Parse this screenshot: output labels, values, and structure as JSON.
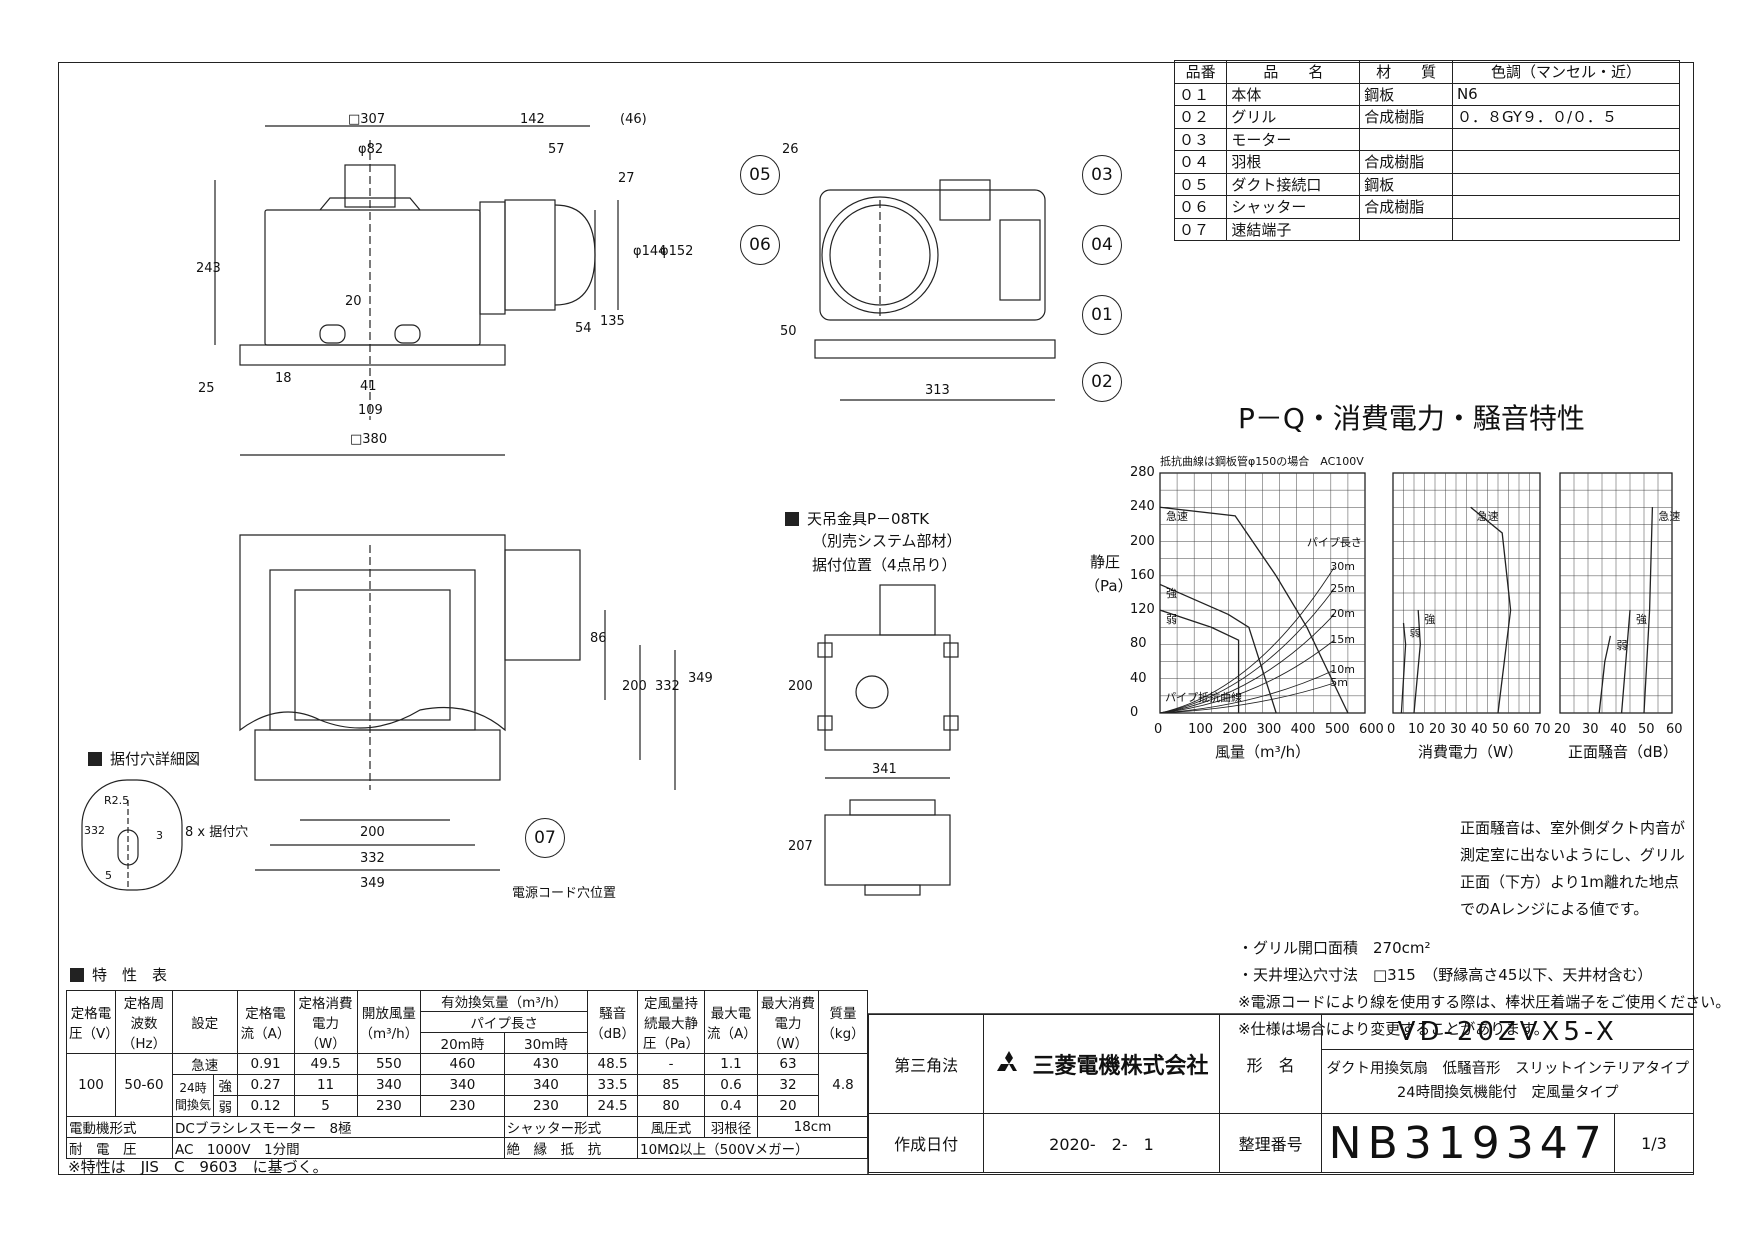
{
  "parts_table": {
    "headers": [
      "品番",
      "品　　名",
      "材　　質",
      "色調（マンセル・近）"
    ],
    "rows": [
      [
        "０１",
        "本体",
        "鋼板",
        "N6"
      ],
      [
        "０２",
        "グリル",
        "合成樹脂",
        "０．８GY９．０/０．５"
      ],
      [
        "０３",
        "モーター",
        "",
        ""
      ],
      [
        "０４",
        "羽根",
        "合成樹脂",
        ""
      ],
      [
        "０５",
        "ダクト接続口",
        "鋼板",
        ""
      ],
      [
        "０６",
        "シャッター",
        "合成樹脂",
        ""
      ],
      [
        "０７",
        "速結端子",
        "",
        ""
      ]
    ]
  },
  "top_drawing": {
    "dims": [
      "□307",
      "142",
      "(46)",
      "φ82",
      "57",
      "27",
      "243",
      "φ144",
      "φ152",
      "20",
      "54",
      "135",
      "25",
      "18",
      "41",
      "109",
      "□380"
    ]
  },
  "side_drawing": {
    "dims": [
      "26",
      "50",
      "313"
    ],
    "balloons": [
      "05",
      "06",
      "03",
      "04",
      "01",
      "02"
    ]
  },
  "bottom_drawing": {
    "dims": [
      "86",
      "200",
      "332",
      "349",
      "200",
      "332",
      "349"
    ],
    "balloon": "07",
    "cord_label": "電源コード穴位置",
    "mount_holes_label": "8 x 据付穴"
  },
  "mount_detail": {
    "title": "据付穴詳細図",
    "dims": [
      "R2.5",
      "332",
      "3",
      "5"
    ]
  },
  "hanger": {
    "title": "天吊金具P－08TK",
    "sub1": "（別売システム部材）",
    "sub2": "据付位置（4点吊り）",
    "dims": [
      "200",
      "341",
      "207"
    ]
  },
  "chart_data": {
    "type": "line",
    "title": "P－Q・消費電力・騒音特性",
    "note": "抵抗曲線は鋼板管φ150の場合　AC100V",
    "ylabel": "静圧（Pa）",
    "yticks": [
      0,
      40,
      80,
      120,
      160,
      200,
      240,
      280
    ],
    "ylim": [
      0,
      280
    ],
    "panels": [
      {
        "xlabel": "風量（m³/h）",
        "xticks": [
          0,
          100,
          200,
          300,
          400,
          500,
          600
        ],
        "xlim": [
          0,
          600
        ],
        "series": [
          {
            "name": "急速",
            "x": [
              0,
              220,
              340,
              430,
              550
            ],
            "y": [
              240,
              230,
              160,
              100,
              0
            ]
          },
          {
            "name": "強",
            "x": [
              0,
              200,
              260,
              340
            ],
            "y": [
              150,
              115,
              100,
              0
            ]
          },
          {
            "name": "弱",
            "x": [
              0,
              150,
              230,
              230
            ],
            "y": [
              120,
              100,
              85,
              0
            ]
          }
        ],
        "pipe_curves": {
          "label": "パイプ長さ",
          "names": [
            "30m",
            "25m",
            "20m",
            "15m",
            "10m",
            "5m"
          ],
          "endpoints": [
            [
              510,
              170
            ],
            [
              510,
              145
            ],
            [
              510,
              115
            ],
            [
              510,
              85
            ],
            [
              510,
              50
            ],
            [
              510,
              35
            ]
          ]
        },
        "pipe_resistance_label": "パイプ抵抗曲線",
        "labels": [
          "急速",
          "強",
          "弱"
        ]
      },
      {
        "xlabel": "消費電力（W）",
        "xticks": [
          0,
          10,
          20,
          30,
          40,
          50,
          60,
          70
        ],
        "xlim": [
          0,
          70
        ],
        "series": [
          {
            "name": "急速",
            "x": [
              37,
              52,
              56,
              50
            ],
            "y": [
              240,
              210,
              120,
              0
            ]
          },
          {
            "name": "強",
            "x": [
              12,
              13,
              10
            ],
            "y": [
              120,
              80,
              0
            ]
          },
          {
            "name": "弱",
            "x": [
              5,
              6,
              4
            ],
            "y": [
              105,
              80,
              0
            ]
          }
        ],
        "labels": [
          "急速",
          "強",
          "弱"
        ]
      },
      {
        "xlabel": "正面騒音（dB）",
        "xticks": [
          20,
          30,
          40,
          50,
          60
        ],
        "xlim": [
          20,
          60
        ],
        "series": [
          {
            "name": "急速",
            "x": [
              53,
              52,
              50
            ],
            "y": [
              240,
              120,
              0
            ]
          },
          {
            "name": "強",
            "x": [
              45,
              44,
              42
            ],
            "y": [
              120,
              80,
              0
            ]
          },
          {
            "name": "弱",
            "x": [
              38,
              36,
              34
            ],
            "y": [
              90,
              60,
              0
            ]
          }
        ],
        "labels": [
          "急速",
          "強",
          "弱"
        ]
      }
    ]
  },
  "notes_right": [
    "正面騒音は、室外側ダクト内音が",
    "測定室に出ないようにし、グリル",
    "正面（下方）より1m離れた地点",
    "でのAレンジによる値です。"
  ],
  "notes_bottom": [
    "・グリル開口面積　270cm²",
    "・天井埋込穴寸法　□315　（野縁高さ45以下、天井材含む）",
    "※電源コードにより線を使用する際は、棒状圧着端子をご使用ください。",
    "※仕様は場合により変更することがあります。"
  ],
  "spec_table": {
    "title": "特　性　表",
    "head1": [
      "定格電圧（V）",
      "定格周波数（Hz）",
      "設定",
      "定格電流（A）",
      "定格消費電力（W）",
      "開放風量（m³/h）",
      "有効換気量（m³/h）",
      "騒音（dB）",
      "定風量持続最大静圧（Pa）",
      "最大電流（A）",
      "最大消費電力（W）",
      "質量（kg）"
    ],
    "pipe_len": "パイプ長さ",
    "t20": "20m時",
    "t30": "30m時",
    "voltage": "100",
    "freq": "50-60",
    "mass": "4.8",
    "mode24": "24時間換気",
    "rows": [
      {
        "set": "急速",
        "cur": "0.91",
        "pw": "49.5",
        "open": "550",
        "v20": "460",
        "v30": "430",
        "db": "48.5",
        "pa": "-",
        "maxa": "1.1",
        "maxw": "63"
      },
      {
        "set": "強",
        "cur": "0.27",
        "pw": "11",
        "open": "340",
        "v20": "340",
        "v30": "340",
        "db": "33.5",
        "pa": "85",
        "maxa": "0.6",
        "maxw": "32"
      },
      {
        "set": "弱",
        "cur": "0.12",
        "pw": "5",
        "open": "230",
        "v20": "230",
        "v30": "230",
        "db": "24.5",
        "pa": "80",
        "maxa": "0.4",
        "maxw": "20"
      }
    ],
    "motor_label": "電動機形式",
    "motor": "DCブラシレスモーター　8極",
    "shutter_label": "シャッター形式",
    "shutter": "風圧式",
    "blade_label": "羽根径",
    "blade": "18cm",
    "withstand_label": "耐　電　圧",
    "withstand": "AC　1000V　1分間",
    "insul_label": "絶　縁　抵　抗",
    "insul": "10MΩ以上（500Vメガー）",
    "footnote": "※特性は　JIS　C　9603　に基づく。"
  },
  "title_block": {
    "projection": "第三角法",
    "company": "三菱電機株式会社",
    "model_label": "形　名",
    "model": "VD-20ZVX5-X",
    "desc1": "ダクト用換気扇　低騒音形　スリットインテリアタイプ",
    "desc2": "24時間換気機能付　定風量タイプ",
    "date_label": "作成日付",
    "date": "2020-　2-　1",
    "serial_label": "整理番号",
    "serial": "NB319347",
    "page": "1/3"
  }
}
